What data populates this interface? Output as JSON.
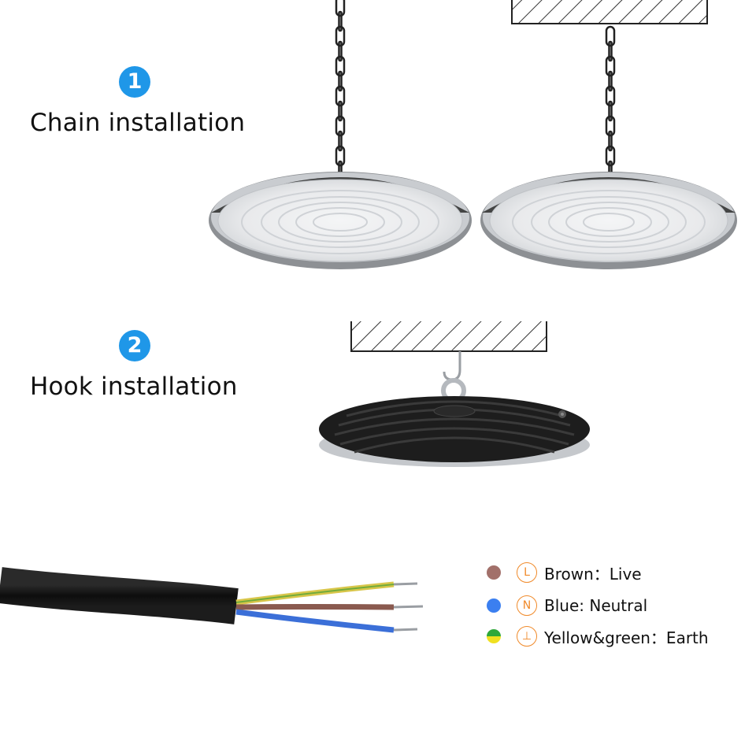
{
  "steps": [
    {
      "number": "1",
      "label": "Chain installation"
    },
    {
      "number": "2",
      "label": "Hook installation"
    }
  ],
  "wiring_legend": [
    {
      "color": "#a2706a",
      "code": "L",
      "text": "Brown：Live"
    },
    {
      "color": "#3b7ff0",
      "code": "N",
      "text": "Blue: Neutral"
    },
    {
      "color": "yellow-green",
      "code": "⊥",
      "text": "Yellow&green：Earth"
    }
  ],
  "colors": {
    "badge": "#1f97e8",
    "code_ring": "#f08a2a",
    "brown_wire": "#8a5a4f",
    "blue_wire": "#3b6fd8",
    "yellow_wire": "#d8c64a",
    "green_wire": "#2d9a32"
  }
}
